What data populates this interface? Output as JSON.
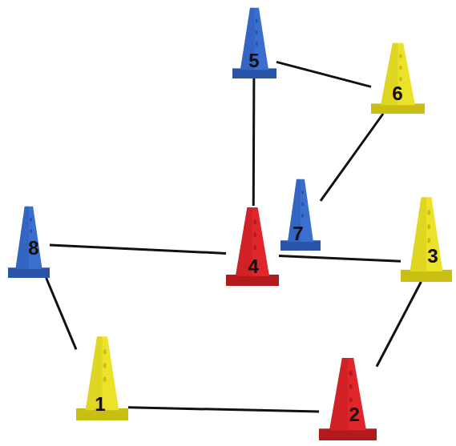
{
  "diagram": {
    "nodes": [
      {
        "text": [
          "1"
        ]
      },
      {
        "text": [
          "2"
        ]
      },
      {
        "text": [
          "3"
        ]
      },
      {
        "text": [
          "4"
        ]
      },
      {
        "text": [
          "5"
        ]
      },
      {
        "text": [
          "6"
        ]
      },
      {
        "text": [
          "7"
        ]
      },
      {
        "text": [
          "8"
        ]
      }
    ],
    "edges": [
      {
        "from": 0,
        "to": 1,
        "arrow": "none"
      },
      {
        "from": 1,
        "to": 2,
        "arrow": "none"
      },
      {
        "from": 2,
        "to": 3,
        "arrow": "none"
      },
      {
        "from": 3,
        "to": 4,
        "arrow": "none"
      },
      {
        "from": 4,
        "to": 5,
        "arrow": "none"
      },
      {
        "from": 5,
        "to": 6,
        "arrow": "none"
      },
      {
        "from": 7,
        "to": 3,
        "arrow": "none"
      },
      {
        "from": 7,
        "to": 0,
        "arrow": "none"
      }
    ]
  }
}
